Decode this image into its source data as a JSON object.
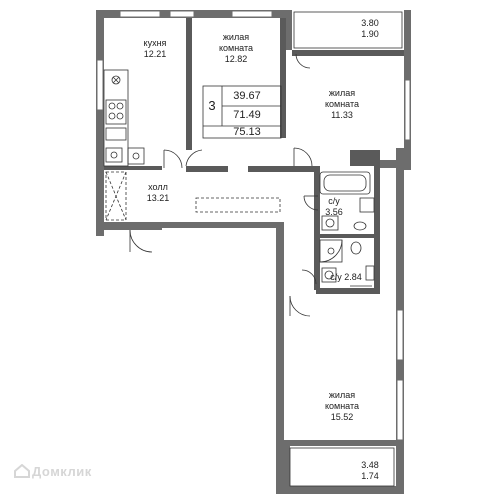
{
  "rooms": {
    "kitchen": {
      "name": "кухня",
      "area": "12.21"
    },
    "living1": {
      "name": "жилая\nкомната",
      "area": "12.82"
    },
    "living2": {
      "name": "жилая\nкомната",
      "area": "11.33"
    },
    "hall": {
      "name": "холл",
      "area": "13.21"
    },
    "bath1": {
      "name": "с/у",
      "area": "3.56"
    },
    "bath2": {
      "name": "с/у",
      "area": "2.84"
    },
    "living3": {
      "name": "жилая\nкомната",
      "area": "15.52"
    },
    "balcony_top": {
      "area": "3.80",
      "sub": "1.90"
    },
    "balcony_bottom": {
      "area": "3.48",
      "sub": "1.74"
    }
  },
  "summary": {
    "rooms_count": "3",
    "living_area": "39.67",
    "total_area": "71.49",
    "total_with_balconies": "75.13"
  },
  "watermark": {
    "text": "Домклик"
  },
  "colors": {
    "wall": "#6d6d6d",
    "wall_dark": "#4a4a4a",
    "line": "#333333",
    "watermark": "#d6d6d6"
  }
}
